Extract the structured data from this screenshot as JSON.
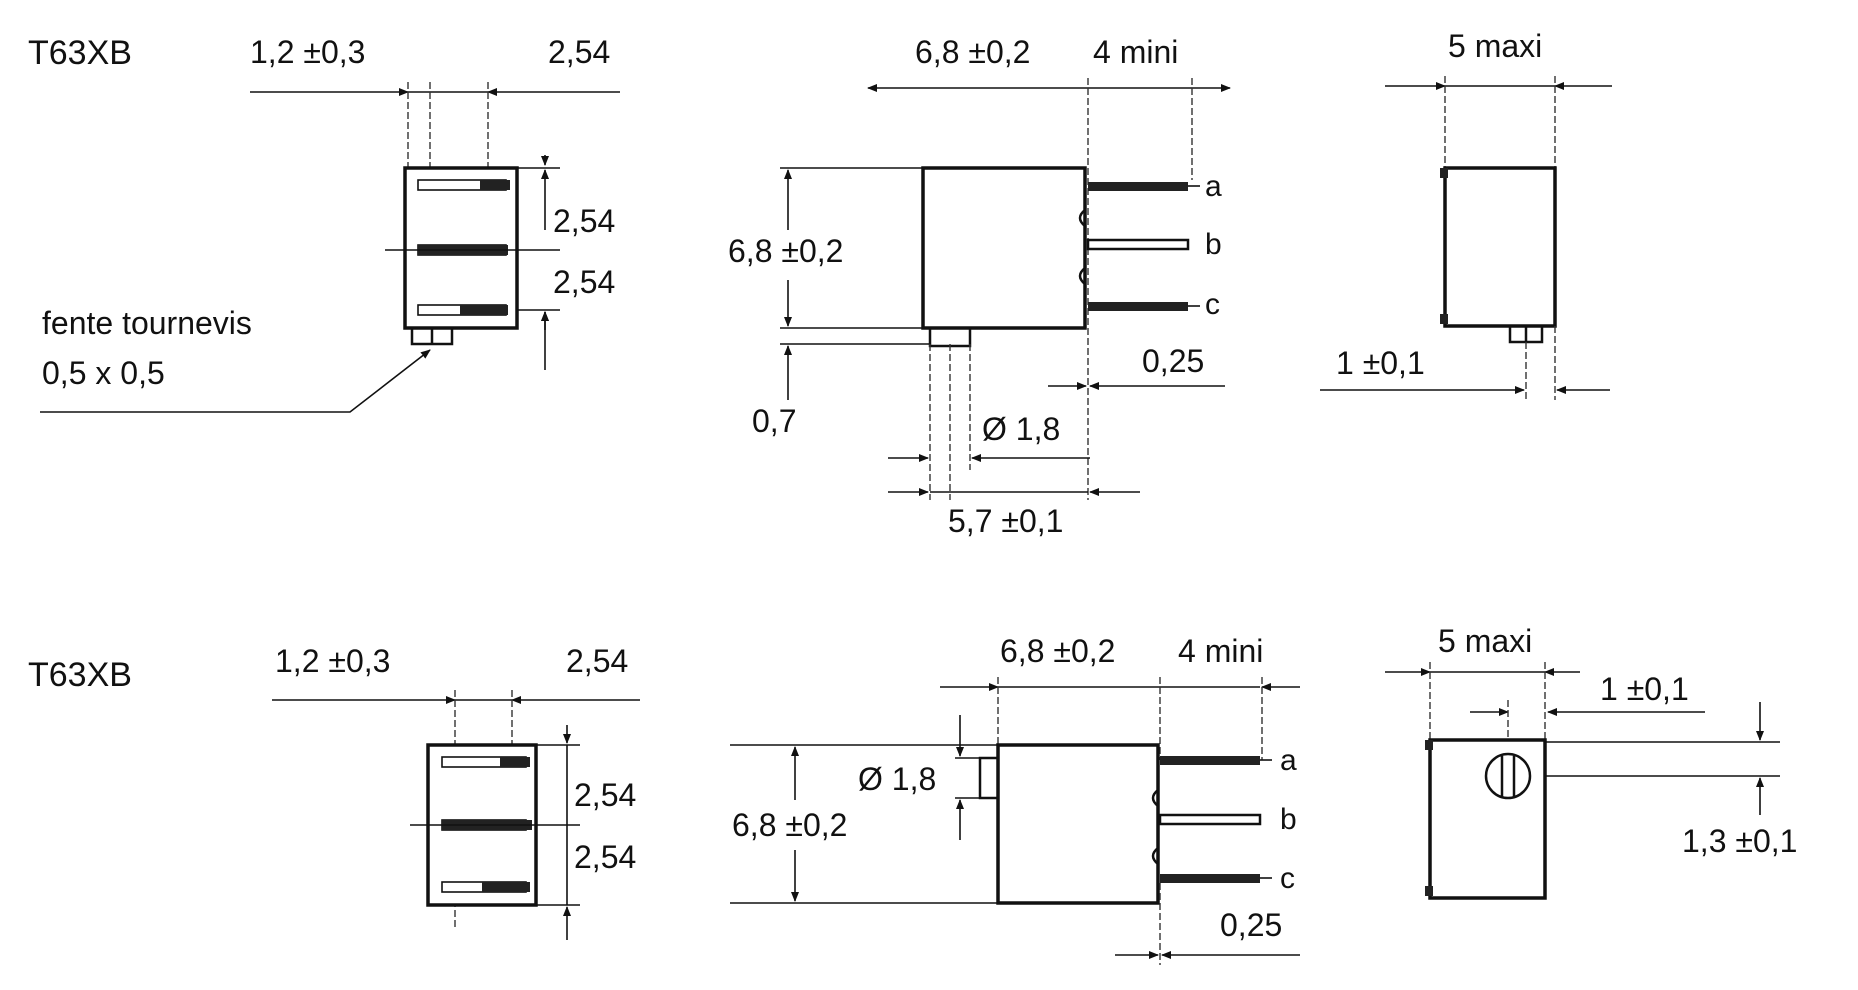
{
  "rows": [
    {
      "model": "T63XB",
      "front": {
        "dim_offset": "1,2 ±0,3",
        "dim_pitch_h": "2,54",
        "dim_pitch_v1": "2,54",
        "dim_pitch_v2": "2,54",
        "note_line1": "fente tournevis",
        "note_line2": "0,5 x 0,5"
      },
      "side": {
        "dim_body_w": "6,8 ±0,2",
        "dim_lead_min": "4 mini",
        "dim_body_h": "6,8 ±0,2",
        "dim_standoff": "0,7",
        "dim_shaft": "Ø 1,8",
        "dim_lead_th": "0,25",
        "dim_shaft_pos": "5,7 ±0,1",
        "pins": [
          "a",
          "b",
          "c"
        ]
      },
      "end": {
        "dim_width": "5 maxi",
        "dim_knob": "1 ±0,1"
      }
    },
    {
      "model": "T63XB",
      "front": {
        "dim_offset": "1,2 ±0,3",
        "dim_pitch_h": "2,54",
        "dim_pitch_v1": "2,54",
        "dim_pitch_v2": "2,54"
      },
      "side": {
        "dim_body_w": "6,8 ±0,2",
        "dim_lead_min": "4 mini",
        "dim_shaft": "Ø 1,8",
        "dim_body_h": "6,8 ±0,2",
        "dim_lead_th": "0,25",
        "pins": [
          "a",
          "b",
          "c"
        ]
      },
      "end": {
        "dim_width": "5 maxi",
        "dim_knob": "1 ±0,1",
        "dim_height": "1,3 ±0,1"
      }
    }
  ]
}
